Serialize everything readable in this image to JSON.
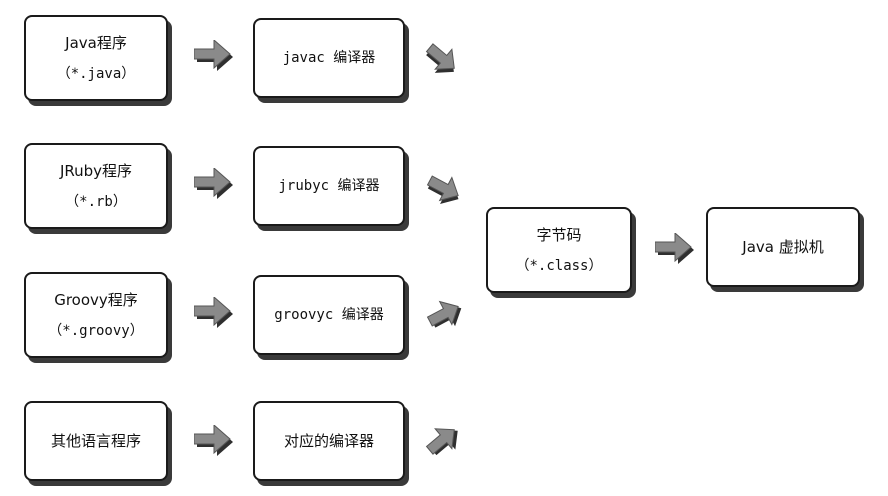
{
  "sources": [
    {
      "name": "Java程序",
      "ext": "（*.java）"
    },
    {
      "name": "JRuby程序",
      "ext": "（*.rb）"
    },
    {
      "name": "Groovy程序",
      "ext": "（*.groovy）"
    },
    {
      "name": "其他语言程序",
      "ext": ""
    }
  ],
  "compilers": [
    {
      "label": "javac 编译器"
    },
    {
      "label": "jrubyc 编译器"
    },
    {
      "label": "groovyc 编译器"
    },
    {
      "label": "对应的编译器"
    }
  ],
  "bytecode": {
    "name": "字节码",
    "ext": "（*.class）"
  },
  "jvm": {
    "label": "Java 虚拟机"
  },
  "colors": {
    "arrow": "#8a8a8a",
    "arrow_shadow": "#2f2f2f",
    "border": "#1a1a1a"
  }
}
